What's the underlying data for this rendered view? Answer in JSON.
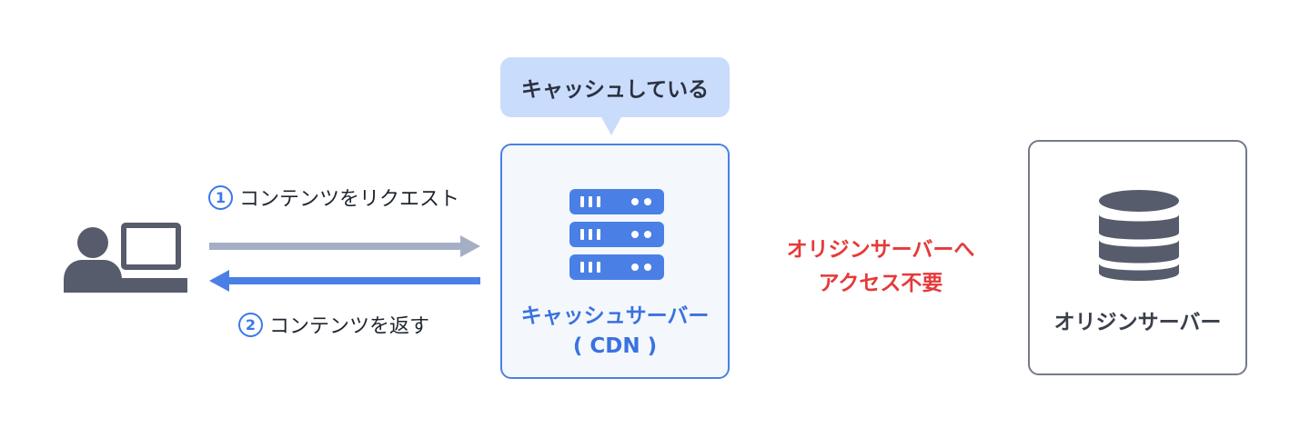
{
  "client": {
    "icon": "user-laptop-icon"
  },
  "flow": {
    "request": {
      "number": "1",
      "label": "コンテンツをリクエスト",
      "color": "#a4afc6"
    },
    "response": {
      "number": "2",
      "label": "コンテンツを返す",
      "color": "#4a80e6"
    }
  },
  "cdn": {
    "bubble": "キャッシュしている",
    "name": "キャッシュサーバー",
    "sub": "( CDN )",
    "icon": "server-stack-icon",
    "accent": "#3a72e0"
  },
  "note": {
    "line1": "オリジンサーバーへ",
    "line2": "アクセス不要",
    "color": "#e53a3a"
  },
  "origin": {
    "name": "オリジンサーバー",
    "icon": "database-icon"
  }
}
